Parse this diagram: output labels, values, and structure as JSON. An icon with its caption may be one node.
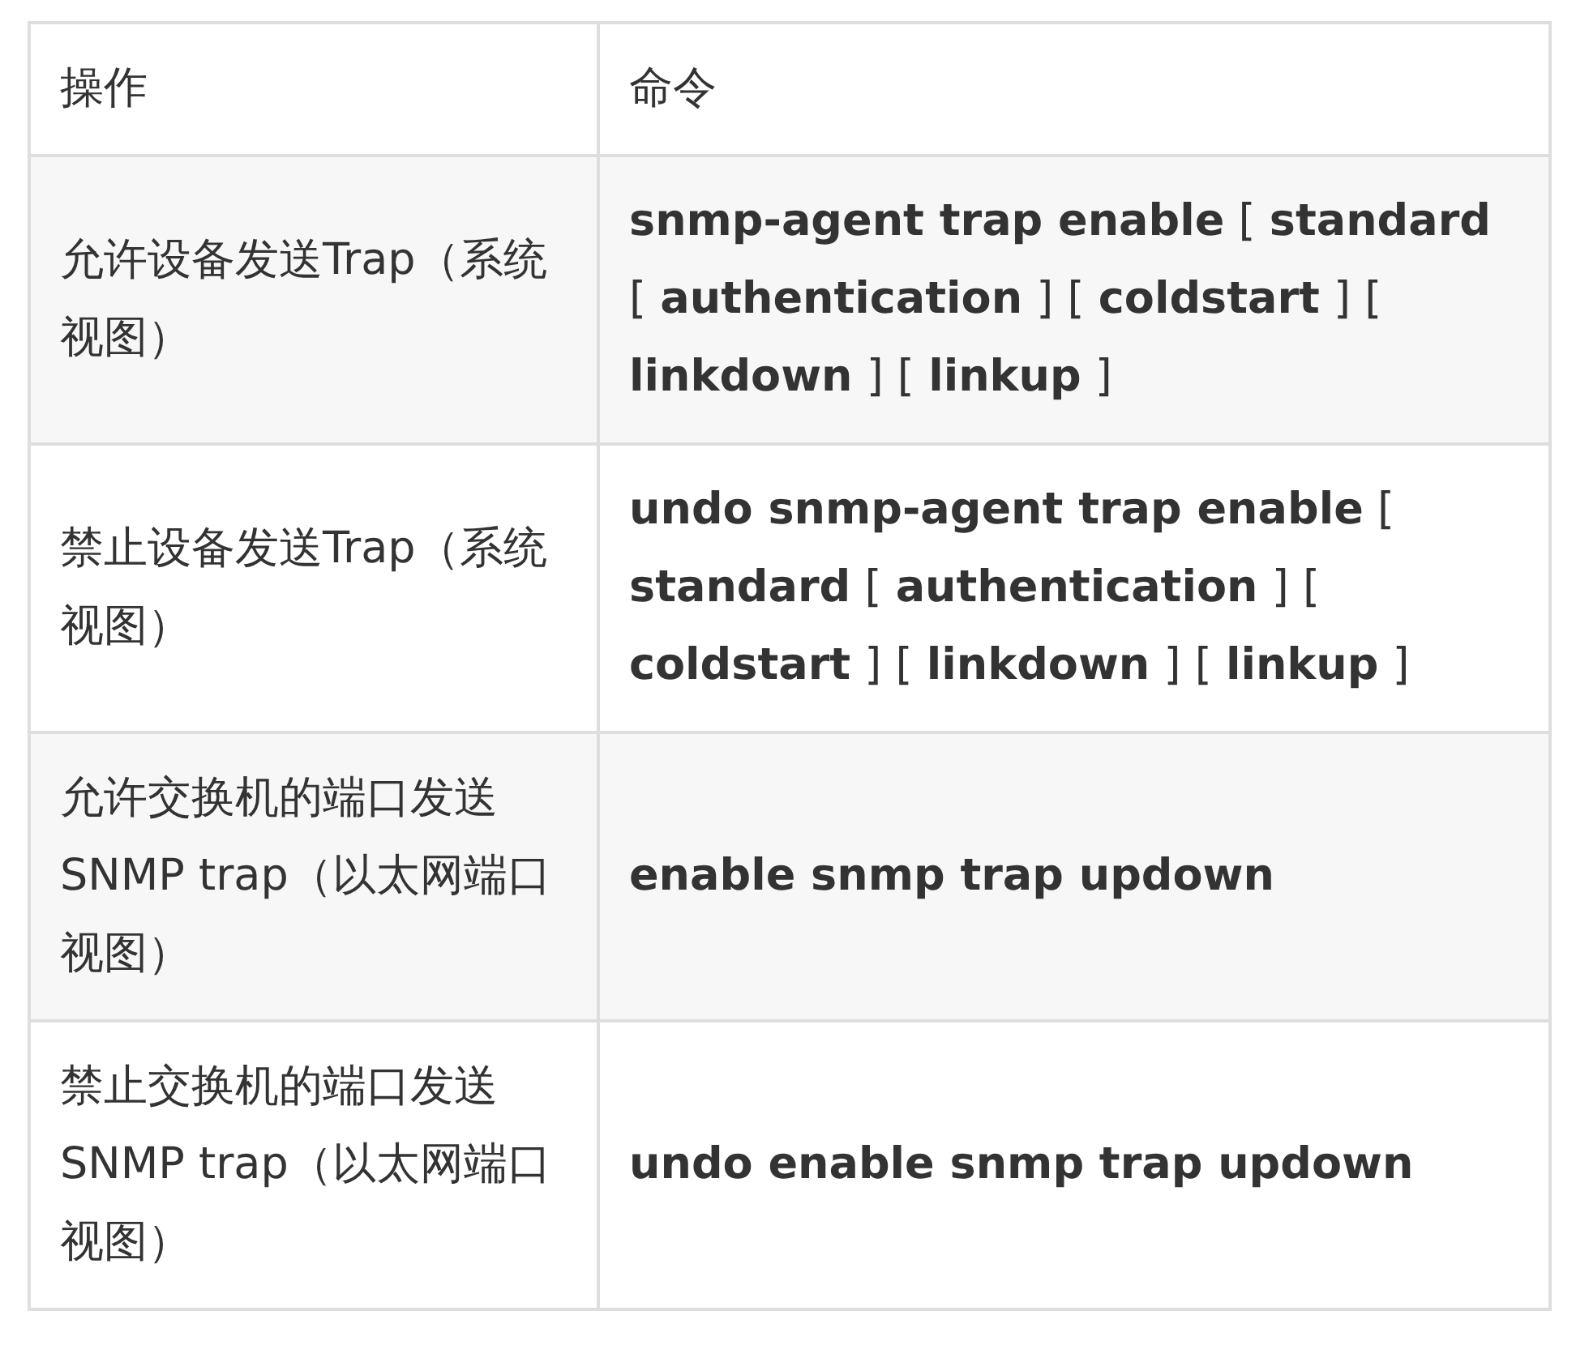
{
  "diagram": {
    "labels": [
      "操作",
      "命令",
      "允许设备发送Trap（系统视图）",
      "**snmp-agent trap enable** [ **standard** [ **authentication** ] [ **coldstart** ] [ **linkdown** ] [ **linkup** ]",
      "禁止设备发送Trap（系统视图）",
      "**undo snmp-agent trap enable** [ **standard** [ **authentication** ] [ **coldstart** ] [ **linkdown** ] [ **linkup** ]",
      "允许交换机的端口发送SNMP trap（以太网端口视图）",
      "**enable snmp trap updown**",
      "禁止交换机的端口发送SNMP trap（以太网端口视图）",
      "**undo enable snmp trap updown**"
    ]
  }
}
